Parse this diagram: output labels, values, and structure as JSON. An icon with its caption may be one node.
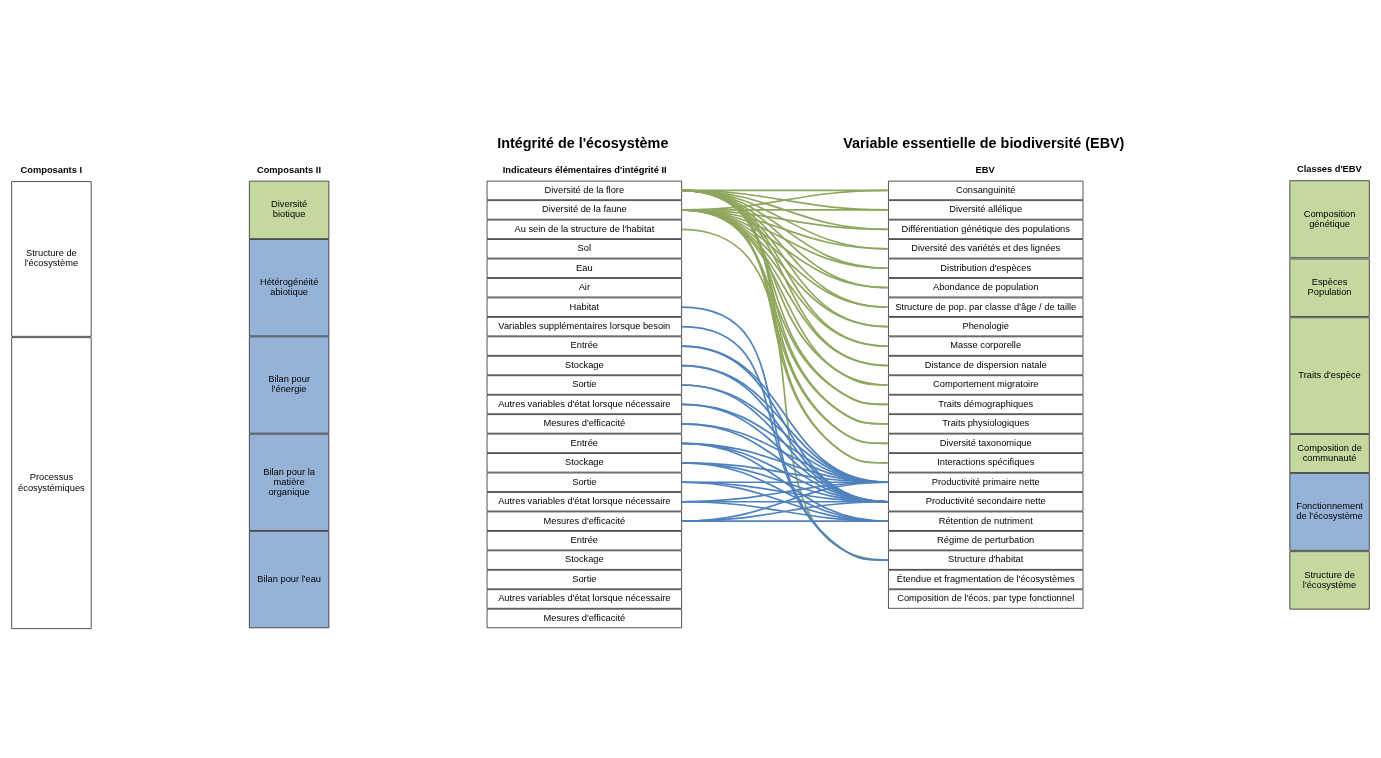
{
  "diagram": {
    "nodes": [
      {
        "text": [
          "Structure de l'écosystème"
        ]
      },
      {
        "text": [
          "Processus écosystémiques"
        ]
      },
      {
        "text": [
          "Diversité biotique"
        ]
      },
      {
        "text": [
          "Hétérogénéité abiotique"
        ]
      },
      {
        "text": [
          "Bilan pour l'énergie"
        ]
      },
      {
        "text": [
          "Bilan pour la matière organique"
        ]
      },
      {
        "text": [
          "Bilan pour l'eau"
        ]
      },
      {
        "text": [
          "Diversité de la flore"
        ]
      },
      {
        "text": [
          "Diversité de la faune"
        ]
      },
      {
        "text": [
          "Au sein de la structure de l'habitat"
        ]
      },
      {
        "text": [
          "Sol"
        ]
      },
      {
        "text": [
          "Eau"
        ]
      },
      {
        "text": [
          "Air"
        ]
      },
      {
        "text": [
          "Habitat"
        ]
      },
      {
        "text": [
          "Variables supplémentaires lorsque besoin"
        ]
      },
      {
        "text": [
          "Entrée"
        ]
      },
      {
        "text": [
          "Stockage"
        ]
      },
      {
        "text": [
          "Sortie"
        ]
      },
      {
        "text": [
          "Autres variables d'état lorsque nécessaire"
        ]
      },
      {
        "text": [
          "Mesures d'efficacité"
        ]
      },
      {
        "text": [
          "Entrée"
        ]
      },
      {
        "text": [
          "Stockage"
        ]
      },
      {
        "text": [
          "Sortie"
        ]
      },
      {
        "text": [
          "Autres variables d'état lorsque nécessaire"
        ]
      },
      {
        "text": [
          "Mesures d'efficacité"
        ]
      },
      {
        "text": [
          "Entrée"
        ]
      },
      {
        "text": [
          "Stockage"
        ]
      },
      {
        "text": [
          "Sortie"
        ]
      },
      {
        "text": [
          "Autres variables d'état lorsque nécessaire"
        ]
      },
      {
        "text": [
          "Mesures d'efficacité"
        ]
      },
      {
        "text": [
          "Consanguinité"
        ]
      },
      {
        "text": [
          "Diversité allélique"
        ]
      },
      {
        "text": [
          "Différentiation génétique des populations"
        ]
      },
      {
        "text": [
          "Diversité des variétés et des lignées"
        ]
      },
      {
        "text": [
          "Distribution d'espèces"
        ]
      },
      {
        "text": [
          "Abondance de population"
        ]
      },
      {
        "text": [
          "Structure de pop. par classe d'âge / de taille"
        ]
      },
      {
        "text": [
          "Phenologie"
        ]
      },
      {
        "text": [
          "Masse corporelle"
        ]
      },
      {
        "text": [
          "Distance de dispersion natale"
        ]
      },
      {
        "text": [
          "Comportement migratoire"
        ]
      },
      {
        "text": [
          "Traits démographiques"
        ]
      },
      {
        "text": [
          "Traits physiologiques"
        ]
      },
      {
        "text": [
          "Diversité taxonomique"
        ]
      },
      {
        "text": [
          "Interactions spécifiques"
        ]
      },
      {
        "text": [
          "Productivité primaire nette"
        ]
      },
      {
        "text": [
          "Productivité secondaire nette"
        ]
      },
      {
        "text": [
          "Rétention de nutriment"
        ]
      },
      {
        "text": [
          "Régime de perturbation"
        ]
      },
      {
        "text": [
          "Structure d'habitat"
        ]
      },
      {
        "text": [
          "Étendue et fragmentation de l'écosystèmes"
        ]
      },
      {
        "text": [
          "Composition de l'écos. par type fonctionnel"
        ]
      },
      {
        "text": [
          "Composition génétique"
        ]
      },
      {
        "text": [
          "Espèces Population"
        ]
      },
      {
        "text": [
          "Traits d'espèce"
        ]
      },
      {
        "text": [
          "Composition de communauté"
        ]
      },
      {
        "text": [
          "Fonctionnement de l'écosystème"
        ]
      },
      {
        "text": [
          "Structure de l'écosystème"
        ]
      }
    ],
    "edges": [
      {
        "from": 7,
        "to": 30,
        "arrow": "none"
      },
      {
        "from": 7,
        "to": 31,
        "arrow": "none"
      },
      {
        "from": 7,
        "to": 32,
        "arrow": "none"
      },
      {
        "from": 7,
        "to": 33,
        "arrow": "none"
      },
      {
        "from": 7,
        "to": 34,
        "arrow": "none"
      },
      {
        "from": 7,
        "to": 35,
        "arrow": "none"
      },
      {
        "from": 7,
        "to": 36,
        "arrow": "none"
      },
      {
        "from": 7,
        "to": 37,
        "arrow": "none"
      },
      {
        "from": 7,
        "to": 38,
        "arrow": "none"
      },
      {
        "from": 7,
        "to": 39,
        "arrow": "none"
      },
      {
        "from": 7,
        "to": 40,
        "arrow": "none"
      },
      {
        "from": 7,
        "to": 41,
        "arrow": "none"
      },
      {
        "from": 7,
        "to": 42,
        "arrow": "none"
      },
      {
        "from": 7,
        "to": 43,
        "arrow": "none"
      },
      {
        "from": 7,
        "to": 44,
        "arrow": "none"
      },
      {
        "from": 8,
        "to": 30,
        "arrow": "none"
      },
      {
        "from": 8,
        "to": 31,
        "arrow": "none"
      },
      {
        "from": 8,
        "to": 32,
        "arrow": "none"
      },
      {
        "from": 8,
        "to": 33,
        "arrow": "none"
      },
      {
        "from": 8,
        "to": 34,
        "arrow": "none"
      },
      {
        "from": 8,
        "to": 35,
        "arrow": "none"
      },
      {
        "from": 8,
        "to": 36,
        "arrow": "none"
      },
      {
        "from": 8,
        "to": 37,
        "arrow": "none"
      },
      {
        "from": 8,
        "to": 38,
        "arrow": "none"
      },
      {
        "from": 8,
        "to": 39,
        "arrow": "none"
      },
      {
        "from": 8,
        "to": 40,
        "arrow": "none"
      },
      {
        "from": 8,
        "to": 41,
        "arrow": "none"
      },
      {
        "from": 8,
        "to": 42,
        "arrow": "none"
      },
      {
        "from": 8,
        "to": 43,
        "arrow": "none"
      },
      {
        "from": 8,
        "to": 44,
        "arrow": "none"
      },
      {
        "from": 9,
        "to": 49,
        "arrow": "none"
      },
      {
        "from": 13,
        "to": 49,
        "arrow": "none",
        "color": "#4f81bd"
      },
      {
        "from": 14,
        "to": 49,
        "arrow": "none",
        "color": "#4f81bd"
      },
      {
        "from": 15,
        "to": 45,
        "arrow": "none",
        "color": "#4f81bd"
      },
      {
        "from": 15,
        "to": 46,
        "arrow": "none",
        "color": "#4f81bd"
      },
      {
        "from": 16,
        "to": 45,
        "arrow": "none",
        "color": "#4f81bd"
      },
      {
        "from": 16,
        "to": 46,
        "arrow": "none",
        "color": "#4f81bd"
      },
      {
        "from": 17,
        "to": 45,
        "arrow": "none",
        "color": "#4f81bd"
      },
      {
        "from": 17,
        "to": 46,
        "arrow": "none",
        "color": "#4f81bd"
      },
      {
        "from": 18,
        "to": 45,
        "arrow": "none",
        "color": "#4f81bd"
      },
      {
        "from": 18,
        "to": 46,
        "arrow": "none",
        "color": "#4f81bd"
      },
      {
        "from": 19,
        "to": 45,
        "arrow": "none",
        "color": "#4f81bd"
      },
      {
        "from": 19,
        "to": 46,
        "arrow": "none",
        "color": "#4f81bd"
      },
      {
        "from": 20,
        "to": 45,
        "arrow": "none",
        "color": "#4f81bd"
      },
      {
        "from": 20,
        "to": 46,
        "arrow": "none",
        "color": "#4f81bd"
      },
      {
        "from": 20,
        "to": 47,
        "arrow": "none",
        "color": "#4f81bd"
      },
      {
        "from": 21,
        "to": 45,
        "arrow": "none",
        "color": "#4f81bd"
      },
      {
        "from": 21,
        "to": 46,
        "arrow": "none",
        "color": "#4f81bd"
      },
      {
        "from": 21,
        "to": 47,
        "arrow": "none",
        "color": "#4f81bd"
      },
      {
        "from": 22,
        "to": 45,
        "arrow": "none",
        "color": "#4f81bd"
      },
      {
        "from": 22,
        "to": 46,
        "arrow": "none",
        "color": "#4f81bd"
      },
      {
        "from": 22,
        "to": 47,
        "arrow": "none",
        "color": "#4f81bd"
      },
      {
        "from": 23,
        "to": 45,
        "arrow": "none",
        "color": "#4f81bd"
      },
      {
        "from": 23,
        "to": 46,
        "arrow": "none",
        "color": "#4f81bd"
      },
      {
        "from": 23,
        "to": 47,
        "arrow": "none",
        "color": "#4f81bd"
      },
      {
        "from": 24,
        "to": 45,
        "arrow": "none",
        "color": "#4f81bd"
      },
      {
        "from": 24,
        "to": 46,
        "arrow": "none",
        "color": "#4f81bd"
      },
      {
        "from": 24,
        "to": 47,
        "arrow": "none",
        "color": "#4f81bd"
      }
    ],
    "labels": [
      "Intégrité de l'écosystème",
      "Variable essentielle de biodiversité (EBV)",
      "Composants I",
      "Composants II",
      "Indicateurs élémentaires d'intégrité II",
      "EBV",
      "Classes d'EBV"
    ]
  }
}
